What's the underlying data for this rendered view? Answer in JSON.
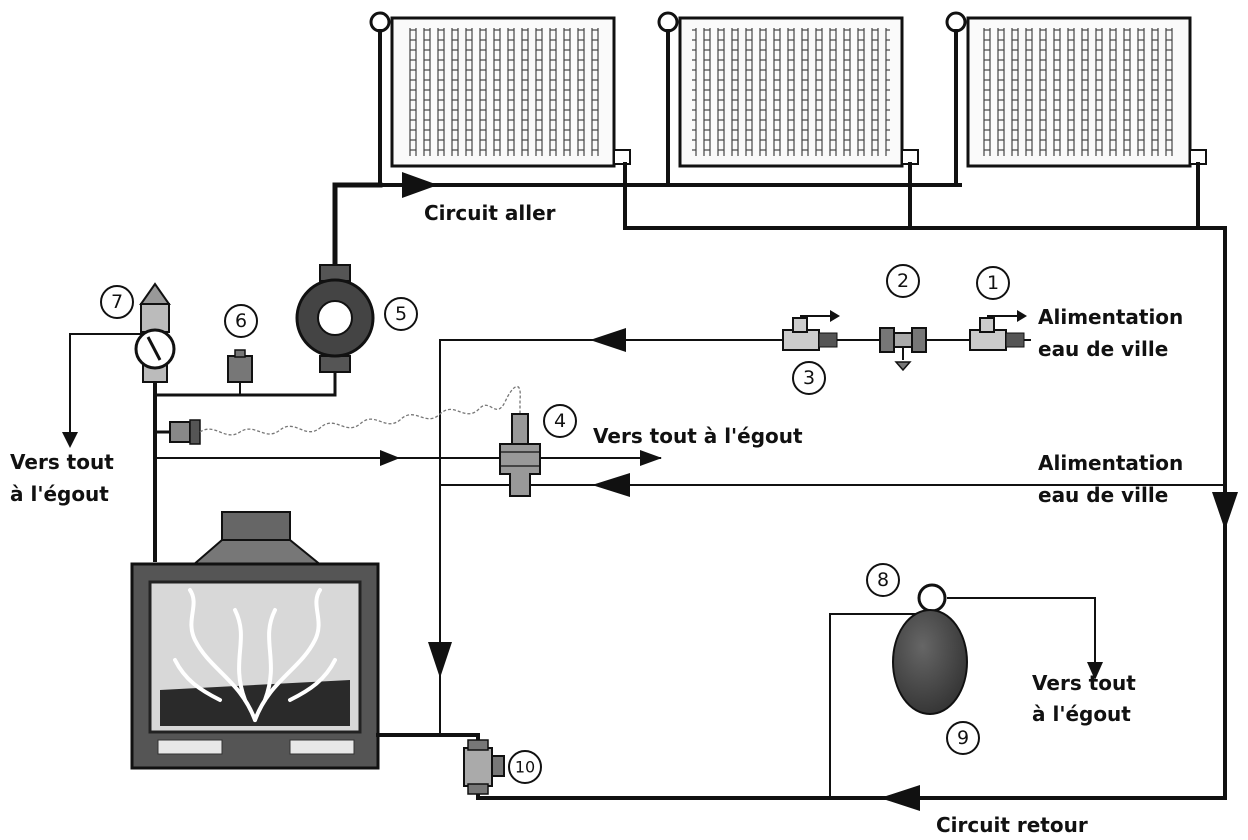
{
  "labels": {
    "circuit_aller": "Circuit aller",
    "circuit_retour": "Circuit retour",
    "alim1_line1": "Alimentation",
    "alim1_line2": "eau de ville",
    "alim2_line1": "Alimentation",
    "alim2_line2": "eau de ville",
    "egout_mid": "Vers tout à l'égout",
    "egout_left_line1": "Vers tout",
    "egout_left_line2": "à l'égout",
    "egout_right_line1": "Vers tout",
    "egout_right_line2": "à l'égout"
  },
  "callouts": [
    "1",
    "2",
    "3",
    "4",
    "5",
    "6",
    "7",
    "8",
    "9",
    "10"
  ]
}
